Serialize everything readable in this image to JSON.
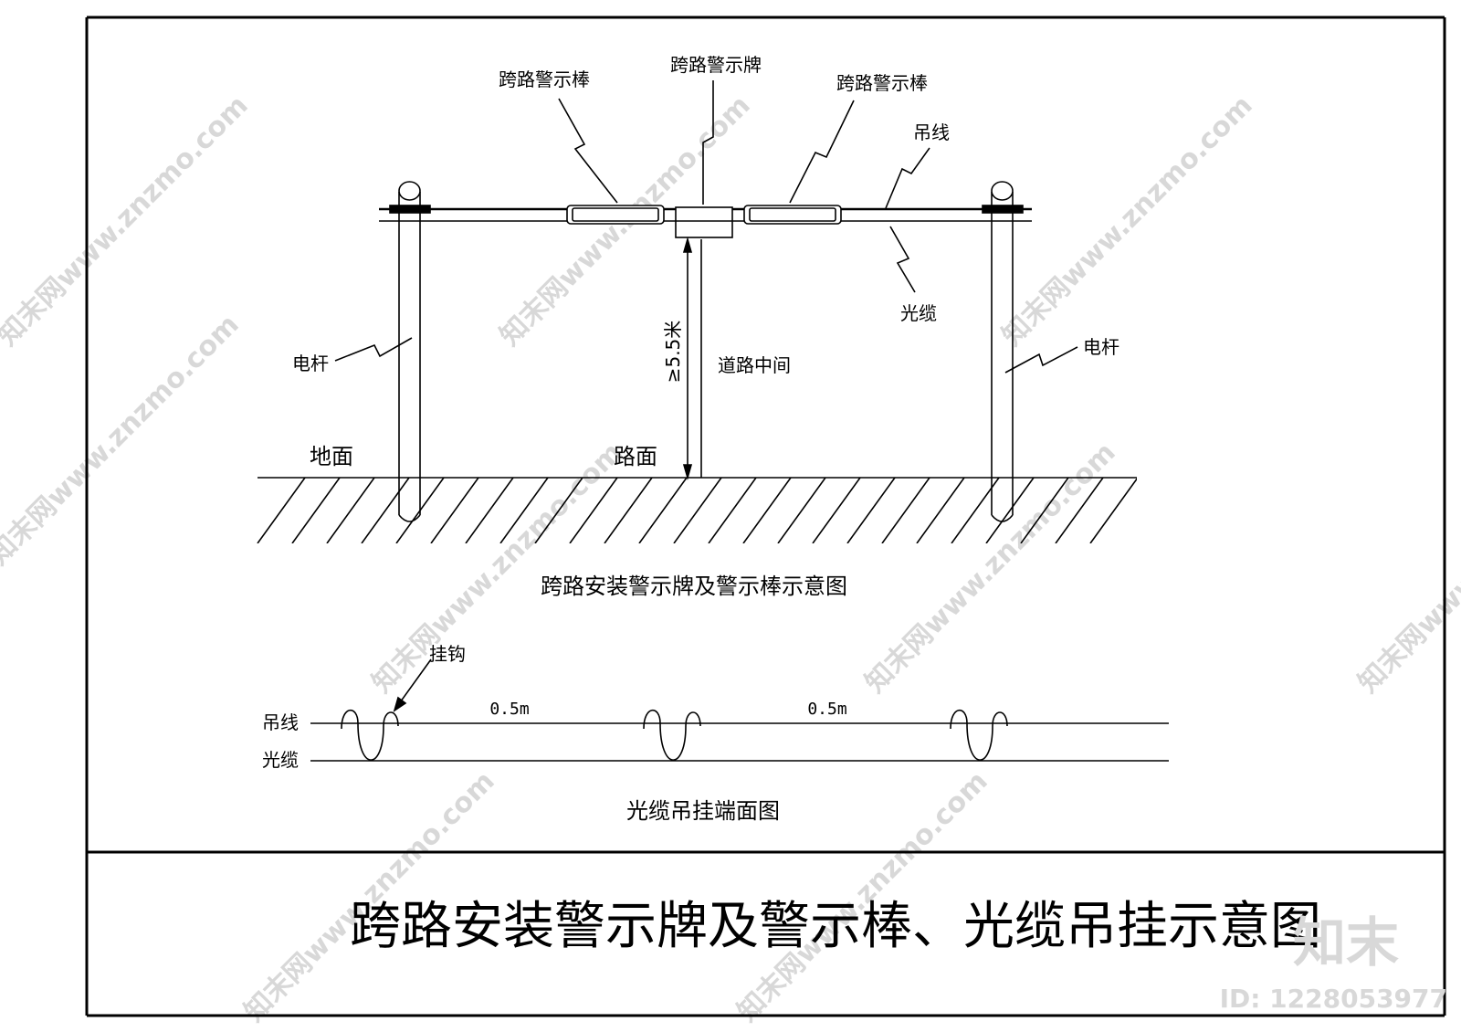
{
  "top_diagram": {
    "labels": {
      "warning_rod_left": "跨路警示棒",
      "warning_sign": "跨路警示牌",
      "warning_rod_right": "跨路警示棒",
      "messenger_wire": "吊线",
      "optical_cable": "光缆",
      "pole_left": "电杆",
      "pole_right": "电杆",
      "height": "≥5.5米",
      "road_center": "道路中间",
      "ground": "地面",
      "road_surface": "路面"
    },
    "caption": "跨路安装警示牌及警示棒示意图"
  },
  "bottom_diagram": {
    "labels": {
      "hook": "挂钩",
      "messenger_wire": "吊线",
      "optical_cable": "光缆",
      "spacing_1": "0.5m",
      "spacing_2": "0.5m"
    },
    "caption": "光缆吊挂端面图"
  },
  "title_block": {
    "title": "跨路安装警示牌及警示棒、光缆吊挂示意图"
  },
  "watermark": {
    "text": "知末网www.znzmo.com",
    "logo": "知末",
    "id": "ID: 1228053977"
  },
  "colors": {
    "line": "#000000",
    "watermark": "#d8d8d8"
  }
}
